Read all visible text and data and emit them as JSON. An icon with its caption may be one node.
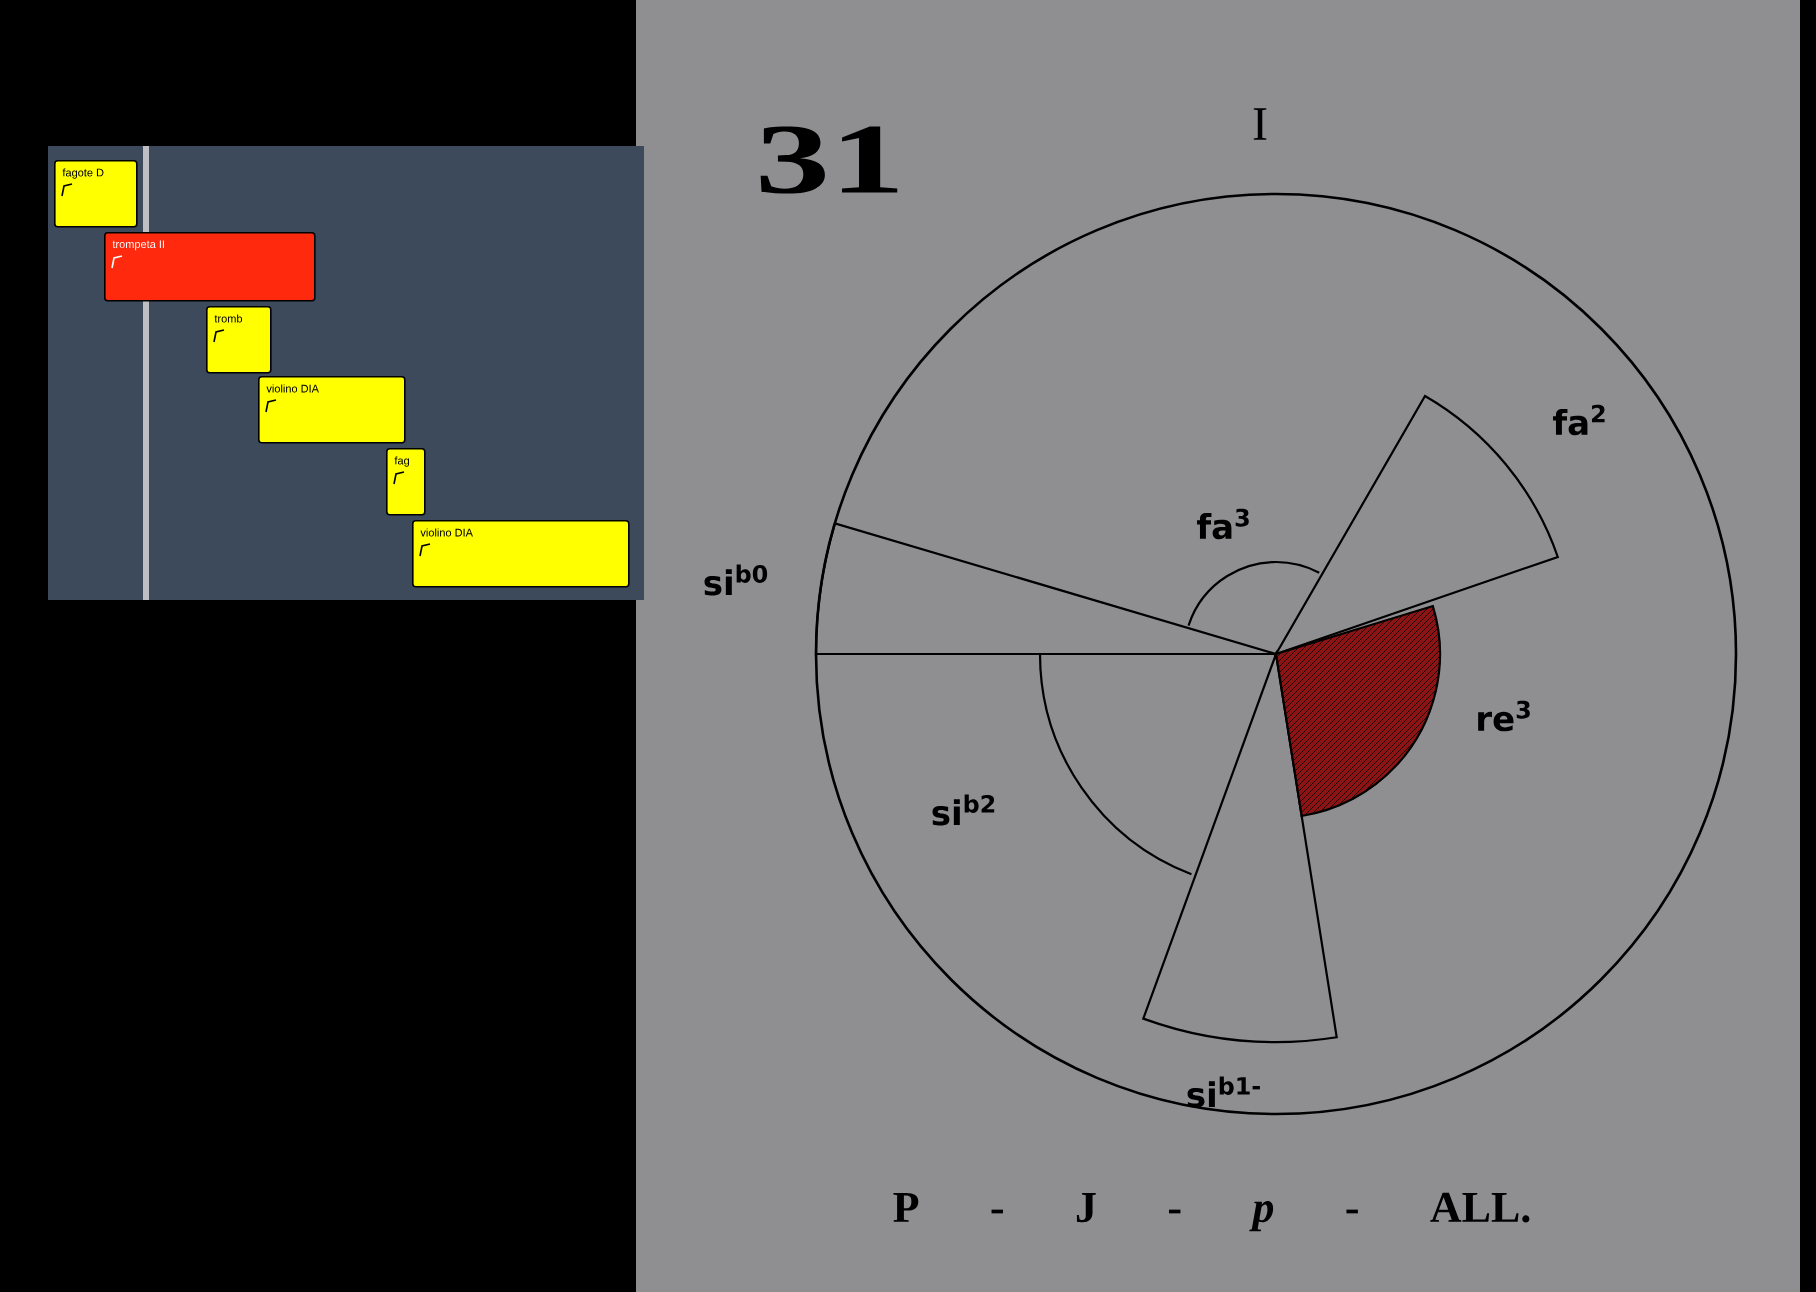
{
  "diagram": {
    "nodes": [
      {
        "text": [
          "fagote D"
        ]
      },
      {
        "text": [
          "trompeta II"
        ]
      },
      {
        "text": [
          "tromb"
        ]
      },
      {
        "text": [
          "violino DIA"
        ]
      },
      {
        "text": [
          "fag"
        ]
      },
      {
        "text": [
          "violino DIA"
        ]
      }
    ],
    "labels": [
      "31",
      "I",
      "fa$^{2}$",
      "fa$^{3}$",
      "si$^{b0}$",
      "re$^{3}$",
      "si$^{b2}$",
      "si$^{b1-}$",
      "P - J - *p* - ALL."
    ]
  }
}
